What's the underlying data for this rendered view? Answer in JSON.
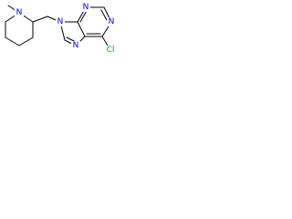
{
  "molecule": {
    "atoms": {
      "n_piperidine": {
        "label": "N",
        "color": "#0000ff"
      },
      "n9": {
        "label": "N",
        "color": "#0000ff"
      },
      "n3": {
        "label": "N",
        "color": "#0000ff"
      },
      "n1": {
        "label": "N",
        "color": "#0000ff"
      },
      "n7": {
        "label": "N",
        "color": "#0000ff"
      },
      "cl": {
        "label": "Cl",
        "color": "#00aa00"
      }
    },
    "bond_color": "#000000"
  }
}
